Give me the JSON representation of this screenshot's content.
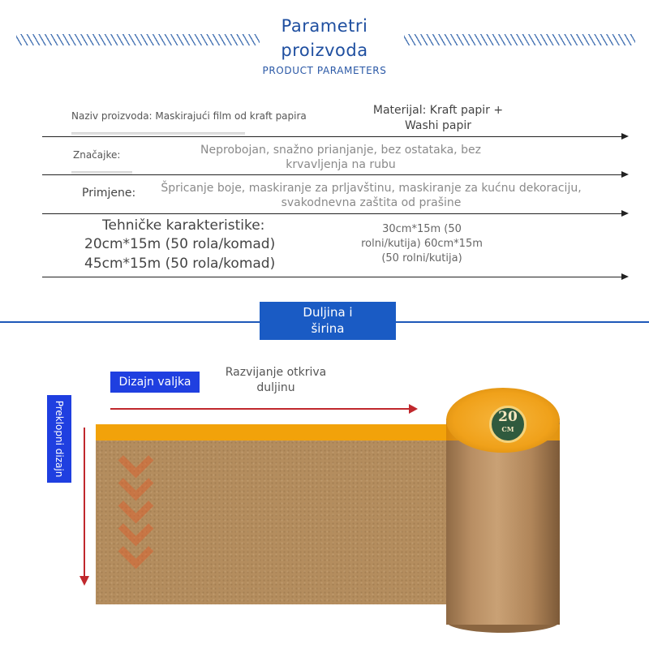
{
  "header": {
    "title_line1": "Parametri",
    "title_line2": "proizvoda",
    "subtitle": "PRODUCT PARAMETERS"
  },
  "params": {
    "product_name": "Naziv proizvoda: Maskirajući film od kraft papira",
    "material_line1": "Materijal: Kraft papir +",
    "material_line2": "Washi papir",
    "features_label": "Značajke:",
    "features_line1": "Neprobojan, snažno prianjanje, bez ostataka, bez",
    "features_line2": "krvavljenja na rubu",
    "applications_label": "Primjene:",
    "applications_line1": "Špricanje boje, maskiranje za prljavštinu, maskiranje za kućnu dekoraciju,",
    "applications_line2": "svakodnevna zaštita od prašine",
    "specs_label": "Tehničke karakteristike:",
    "specs_line1": "20cm*15m (50 rola/komad)",
    "specs_line2": "45cm*15m (50 rola/komad)",
    "specs_right_line1": "30cm*15m (50",
    "specs_right_line2": "rolni/kutija) 60cm*15m",
    "specs_right_line3": "(50 rolni/kutija)"
  },
  "section": {
    "label_line1": "Duljina i",
    "label_line2": "širina"
  },
  "illustration": {
    "design_label": "Dizajn valjka",
    "unroll_line1": "Razvijanje otkriva",
    "unroll_line2": "duljinu",
    "fold_label": "Preklopni dizajn",
    "roll_size": "20",
    "roll_unit": "CM"
  },
  "colors": {
    "title_blue": "#1f4fa0",
    "badge_blue": "#1a5bc4",
    "tag_blue": "#1f3fe0",
    "arrow_red": "#c0282d",
    "tape_orange": "#f2a20a",
    "kraft_brown": "#b48d5e"
  }
}
